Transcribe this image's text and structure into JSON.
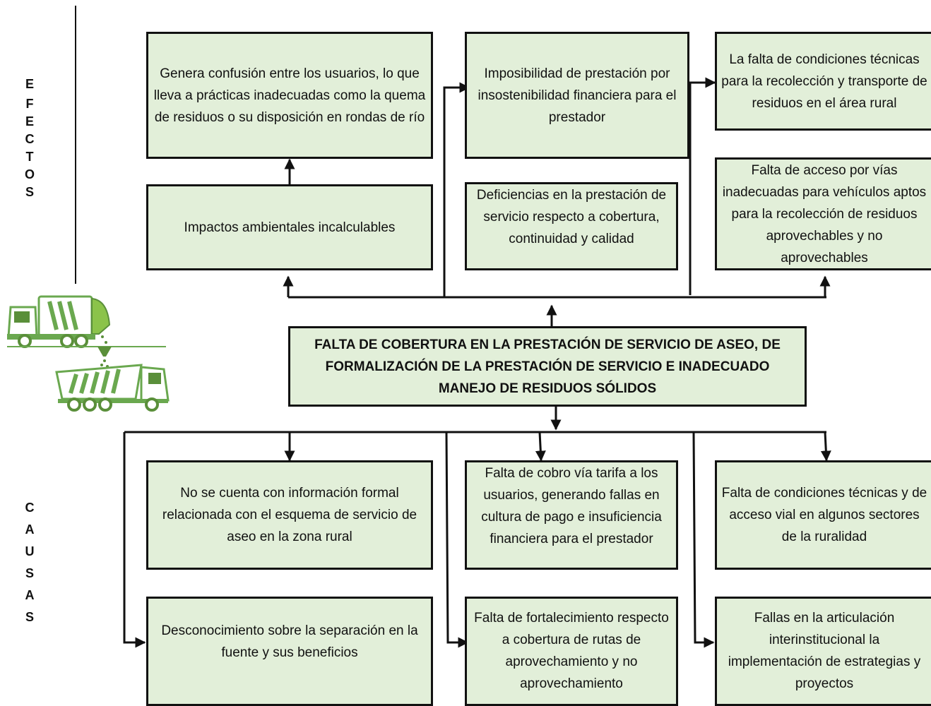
{
  "side_labels": {
    "efectos": [
      "E",
      "F",
      "E",
      "C",
      "T",
      "O",
      "S"
    ],
    "causas": [
      "C",
      "A",
      "U",
      "S",
      "A",
      "S"
    ]
  },
  "central_problem": "FALTA DE COBERTURA EN LA PRESTACIÓN DE SERVICIO DE ASEO, DE FORMALIZACIÓN DE LA PRESTACIÓN DE SERVICIO E INADECUADO MANEJO DE RESIDUOS SÓLIDOS",
  "effects": {
    "e1": "Genera confusión entre los usuarios, lo que lleva a prácticas inadecuadas como la quema de residuos o su disposición en rondas de río",
    "e2": "Imposibilidad de prestación por insostenibilidad financiera para el prestador",
    "e3": "La falta de condiciones técnicas para la recolección y transporte de residuos en el área rural",
    "e4": "Impactos ambientales incalculables",
    "e5": "Deficiencias en la prestación de servicio respecto a cobertura, continuidad y calidad",
    "e6": "Falta de acceso por vías inadecuadas para vehículos aptos para la recolección de residuos aprovechables y no aprovechables"
  },
  "causes": {
    "c1": "No se cuenta con información formal relacionada con el esquema de servicio de aseo en la zona rural",
    "c2": "Falta de cobro vía tarifa a los usuarios, generando fallas en cultura de pago e insuficiencia financiera para el prestador",
    "c3": "Falta de condiciones técnicas y de acceso vial en algunos sectores de la ruralidad",
    "c4": "Desconocimiento sobre la separación en la fuente y sus beneficios",
    "c5": "Falta de fortalecimiento respecto a cobertura de rutas de aprovechamiento y no aprovechamiento",
    "c6": "Fallas en la articulación interinstitucional la implementación de estrategias y proyectos"
  },
  "colors": {
    "box_fill": "#e2efd9",
    "box_border": "#111111",
    "truck_green": "#6aa84f"
  },
  "icons": [
    "garbage-truck-icon",
    "dump-truck-icon"
  ]
}
